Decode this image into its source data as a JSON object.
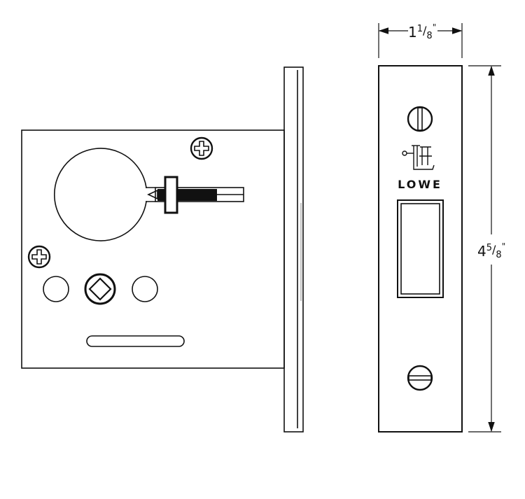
{
  "side_view": {
    "label": "mortise-lock-case-side-view"
  },
  "face_view": {
    "logo_text": "LOWE",
    "logo_monogram": "LH"
  },
  "dimensions": {
    "width": {
      "whole": "1",
      "num": "1",
      "den": "8",
      "unit": "\""
    },
    "height": {
      "whole": "4",
      "num": "5",
      "den": "8",
      "unit": "\""
    }
  },
  "colors": {
    "line": "#111111",
    "background": "#ffffff"
  }
}
